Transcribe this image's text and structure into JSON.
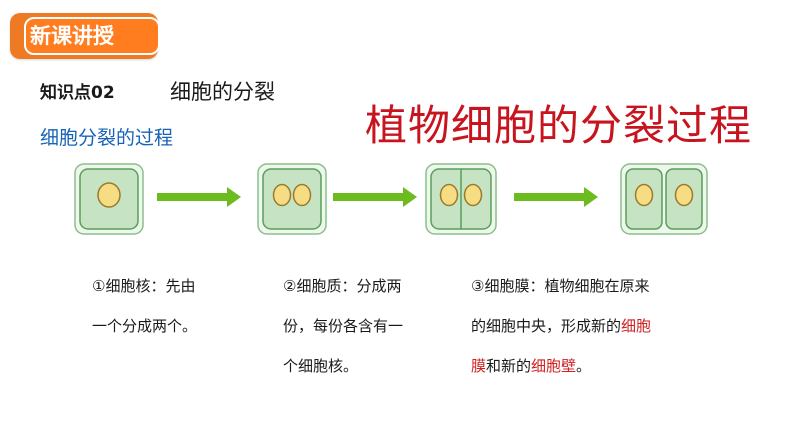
{
  "badge": {
    "label": "新课讲授"
  },
  "knowledge_point": {
    "label": "知识点02",
    "title": "细胞的分裂"
  },
  "big_title": "植物细胞的分裂过程",
  "sub_title": "细胞分裂的过程",
  "descriptions": [
    {
      "lines": [
        "①细胞核：先由",
        "一个分成两个。"
      ]
    },
    {
      "lines": [
        "②细胞质：分成两",
        "份，每份各含有一",
        "个细胞核。"
      ]
    },
    {
      "line1": "③细胞膜：植物细胞在原来",
      "line2_plain": "的细胞中央，形成新的",
      "line2_red": "细胞",
      "line3_red_a": "膜",
      "line3_plain": "和新的",
      "line3_red_b": "细胞壁",
      "line3_end": "。"
    }
  ],
  "colors": {
    "badge": "#ff7d1e",
    "arrow": "#6cbb1f",
    "big_title": "#c8141e",
    "sub_title": "#1763b8",
    "highlight": "#d12020",
    "cell_fill": "#c6e4c4",
    "cell_wall": "#5a9e58",
    "nucleus": "#f6dc82"
  },
  "icons": [
    "plant-cell-stage-1",
    "plant-cell-stage-2",
    "plant-cell-stage-3",
    "plant-cell-stage-4",
    "arrow-right-icon"
  ]
}
